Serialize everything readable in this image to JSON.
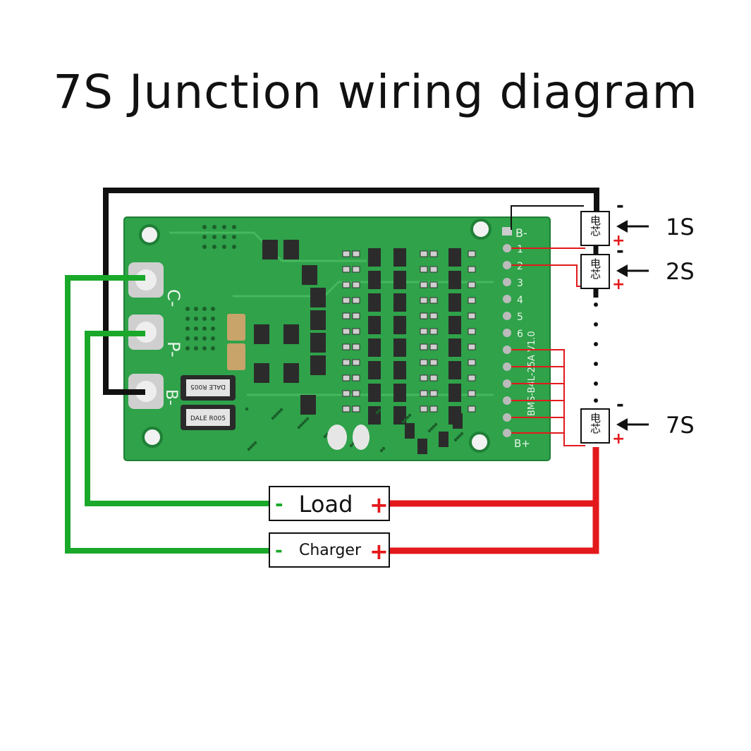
{
  "title": "7S Junction wiring diagram",
  "pcb": {
    "pad_labels": [
      "C-",
      "P-",
      "B-"
    ],
    "header_labels": [
      "B-",
      "1",
      "2",
      "3",
      "4",
      "5",
      "6"
    ],
    "bottom_header_label": "B+",
    "resistor_labels": [
      "DALE R005",
      "DALE R005"
    ],
    "model_text": "BMS-B4L-25A V1.0"
  },
  "cells": {
    "glyph": "电芯",
    "labels": [
      "1S",
      "2S",
      "7S"
    ],
    "minus": "-",
    "plus": "+"
  },
  "boxes": {
    "load": "Load",
    "charger": "Charger",
    "minus": "-",
    "plus": "+"
  },
  "colors": {
    "pcb": "#2fa24a",
    "pcb_dark": "#1f7f36",
    "wire_black": "#111111",
    "wire_green": "#1aa82a",
    "wire_red": "#e3191c"
  }
}
